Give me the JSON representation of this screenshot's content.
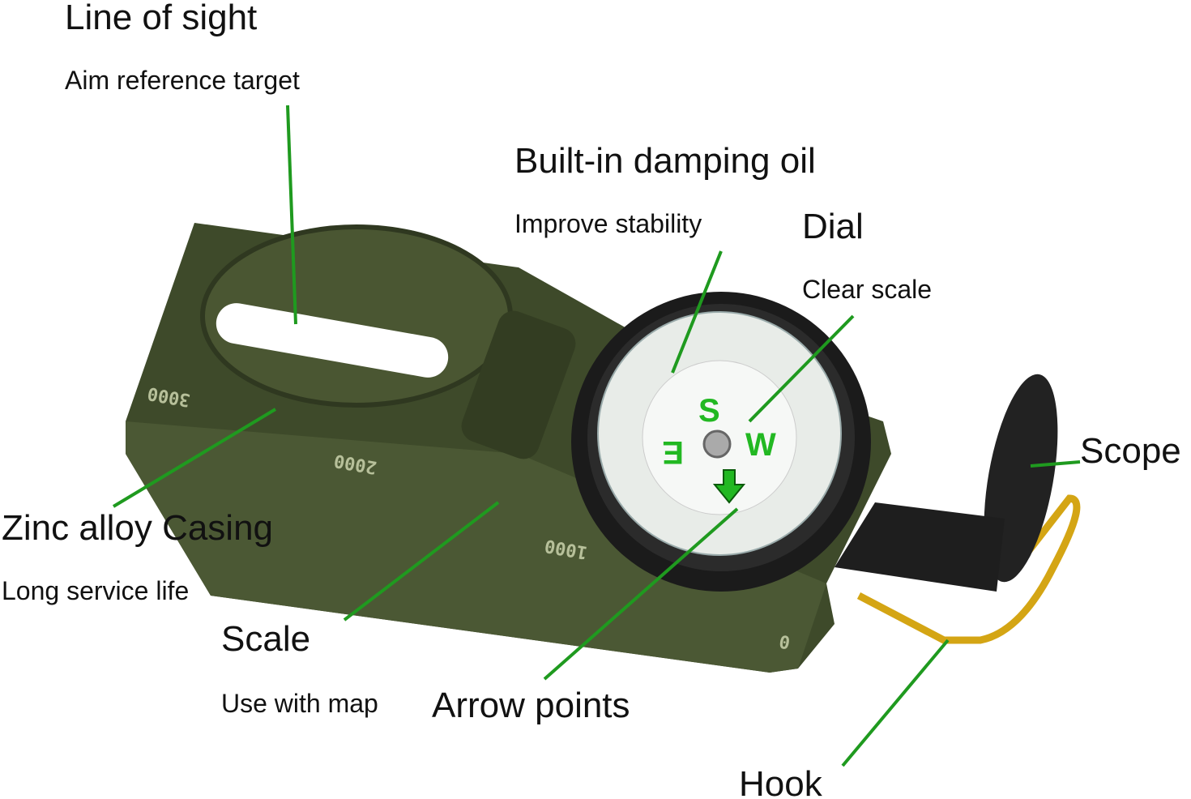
{
  "accent_color": "#1f9a1f",
  "body_color": "#3e4a2a",
  "labels": {
    "line_of_sight": {
      "title": "Line of sight",
      "sub": "Aim reference target"
    },
    "damping_oil": {
      "title": "Built-in damping oil",
      "sub": "Improve stability"
    },
    "dial": {
      "title": "Dial",
      "sub": "Clear scale"
    },
    "scope": {
      "title": "Scope"
    },
    "casing": {
      "title": "Zinc alloy Casing",
      "sub": "Long service life"
    },
    "scale": {
      "title": "Scale",
      "sub": "Use with map"
    },
    "arrow": {
      "title": "Arrow points"
    },
    "hook": {
      "title": "Hook"
    }
  },
  "product_markings": {
    "ruler_marks": [
      "3000",
      "2000",
      "1000",
      "0"
    ],
    "dial_letters": [
      "S",
      "W",
      "E"
    ]
  }
}
